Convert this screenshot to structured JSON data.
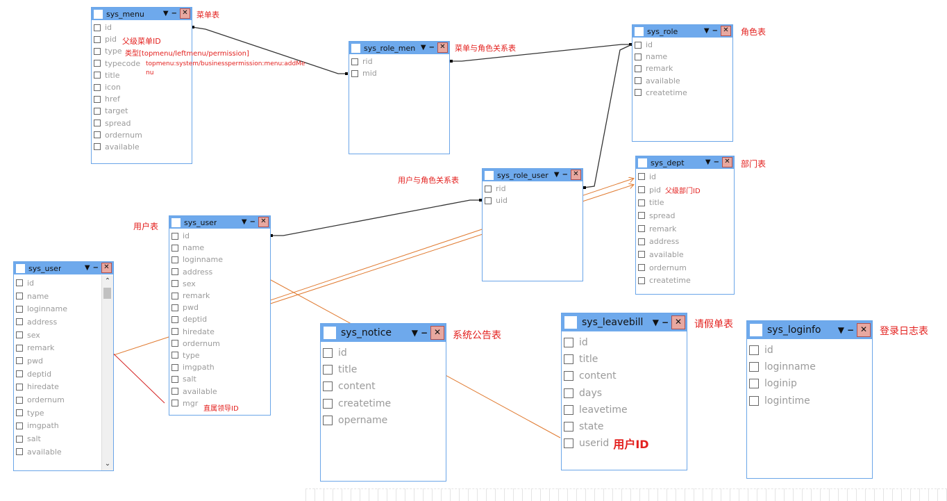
{
  "tables": {
    "sys_menu": {
      "name": "sys_menu",
      "label": "菜单表",
      "fields": [
        "id",
        "pid",
        "type",
        "typecode",
        "title",
        "icon",
        "href",
        "target",
        "spread",
        "ordernum",
        "available"
      ]
    },
    "sys_role_menu": {
      "name": "sys_role_men",
      "label": "菜单与角色关系表",
      "fields": [
        "rid",
        "mid"
      ]
    },
    "sys_role": {
      "name": "sys_role",
      "label": "角色表",
      "fields": [
        "id",
        "name",
        "remark",
        "available",
        "createtime"
      ]
    },
    "sys_role_user": {
      "name": "sys_role_user",
      "label": "用户与角色关系表",
      "fields": [
        "rid",
        "uid"
      ]
    },
    "sys_dept": {
      "name": "sys_dept",
      "label": "部门表",
      "fields": [
        "id",
        "pid",
        "title",
        "spread",
        "remark",
        "address",
        "available",
        "ordernum",
        "createtime"
      ]
    },
    "sys_user": {
      "name": "sys_user",
      "label": "用户表",
      "fields": [
        "id",
        "name",
        "loginname",
        "address",
        "sex",
        "remark",
        "pwd",
        "deptid",
        "hiredate",
        "ordernum",
        "type",
        "imgpath",
        "salt",
        "available",
        "mgr"
      ]
    },
    "sys_user_copy": {
      "name": "sys_user",
      "fields": [
        "id",
        "name",
        "loginname",
        "address",
        "sex",
        "remark",
        "pwd",
        "deptid",
        "hiredate",
        "ordernum",
        "type",
        "imgpath",
        "salt",
        "available"
      ]
    },
    "sys_notice": {
      "name": "sys_notice",
      "label": "系统公告表",
      "fields": [
        "id",
        "title",
        "content",
        "createtime",
        "opername"
      ]
    },
    "sys_leavebill": {
      "name": "sys_leavebill",
      "label": "请假单表",
      "fields": [
        "id",
        "title",
        "content",
        "days",
        "leavetime",
        "state",
        "userid"
      ]
    },
    "sys_loginfo": {
      "name": "sys_loginfo",
      "label": "登录日志表",
      "fields": [
        "id",
        "loginname",
        "loginip",
        "logintime"
      ]
    }
  },
  "notes": {
    "menu_pid": "父级菜单ID",
    "menu_type": "类型[topmenu/leftmenu/permission]",
    "menu_typecode_1": "topmenu:system/businesspermission:menu:addMe",
    "menu_typecode_2": "nu",
    "dept_pid": "父级部门ID",
    "user_mgr": "直属领导ID",
    "leave_userid": "用户ID"
  },
  "icons": {
    "dropdown": "▼",
    "minimize": "−",
    "close": "✕",
    "scroll_up": "⌃",
    "scroll_down": "⌄"
  },
  "colors": {
    "header": "#6ea9ec",
    "note": "#e3201e",
    "relation": "#333333",
    "fk_orange": "#e07a30",
    "fk_red": "#d42020"
  }
}
